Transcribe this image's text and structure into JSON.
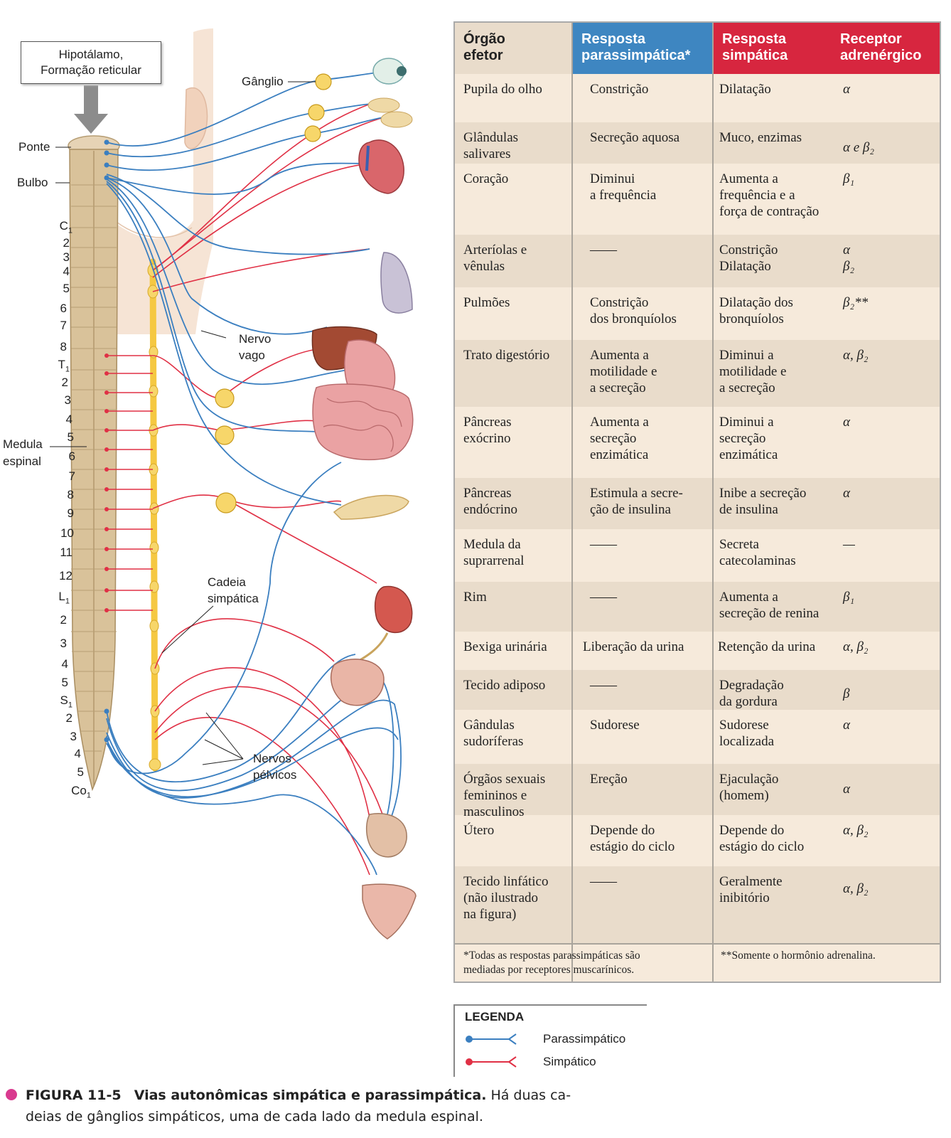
{
  "diagram": {
    "box_line1": "Hipotálamo,",
    "box_line2": "Formação reticular",
    "label_ponte": "Ponte",
    "label_bulbo": "Bulbo",
    "label_ganglio": "Gânglio",
    "label_nervo_vago_1": "Nervo",
    "label_nervo_vago_2": "vago",
    "label_medula_1": "Medula",
    "label_medula_2": "espinal",
    "label_cadeia_1": "Cadeia",
    "label_cadeia_2": "simpática",
    "label_pelvicos_1": "Nervos",
    "label_pelvicos_2": "pélvicos",
    "segments": [
      "C",
      "2",
      "3",
      "4",
      "5",
      "6",
      "7",
      "8",
      "T",
      "2",
      "3",
      "4",
      "5",
      "6",
      "7",
      "8",
      "9",
      "10",
      "11",
      "12",
      "L",
      "2",
      "3",
      "4",
      "5",
      "S",
      "2",
      "3",
      "4",
      "5",
      "Co"
    ],
    "subscript_1": "1",
    "colors": {
      "parasympathetic": "#3b7fc0",
      "sympathetic": "#e03045",
      "spine": "#d9c29a",
      "chain": "#f5c842"
    }
  },
  "table": {
    "headers": {
      "orgao_1": "Órgão",
      "orgao_2": "efetor",
      "para_1": "Resposta",
      "para_2": "parassimpática*",
      "simp_1": "Resposta",
      "simp_2": "simpática",
      "rec_1": "Receptor",
      "rec_2": "adrenérgico"
    },
    "header_colors": {
      "para": "#3e86c1",
      "simp": "#d7263f"
    },
    "rows": [
      {
        "organ": "Pupila do olho",
        "para": "Constrição",
        "simp": "Dilatação",
        "rec": "α"
      },
      {
        "organ": "Glândulas\nsalivares",
        "para": "Secreção aquosa",
        "simp": "Muco, enzimas",
        "rec": "α e β₂"
      },
      {
        "organ": "Coração",
        "para": "Diminui\na frequência",
        "simp": "Aumenta a\n  frequência e a\n  força de contração",
        "rec": "β₁"
      },
      {
        "organ": "Arteríolas e\n vênulas",
        "para": "——",
        "simp": "Constrição\nDilatação",
        "rec": "α\nβ₂"
      },
      {
        "organ": "Pulmões",
        "para": "Constrição\ndos bronquíolos",
        "simp": "Dilatação dos\n  bronquíolos",
        "rec": "β₂**"
      },
      {
        "organ": "Trato digestório",
        "para": "Aumenta a\nmotilidade e\na secreção",
        "simp": "Diminui a\n  motilidade e\n  a secreção",
        "rec": "α, β₂"
      },
      {
        "organ": "Pâncreas\nexócrino",
        "para": "Aumenta a\nsecreção\nenzimática",
        "simp": "Diminui a\n  secreção\n  enzimática",
        "rec": "α"
      },
      {
        "organ": "Pâncreas\nendócrino",
        "para": "Estimula a secre-\nção de insulina",
        "simp": "Inibe a secreção\n  de insulina",
        "rec": "α"
      },
      {
        "organ": "Medula da\nsuprarrenal",
        "para": "——",
        "simp": "Secreta\n  catecolaminas",
        "rec": "—"
      },
      {
        "organ": "Rim",
        "para": "——",
        "simp": "Aumenta a\n  secreção de renina",
        "rec": "β₁"
      },
      {
        "organ": "Bexiga urinária",
        "para": "Liberação da urina",
        "simp": "Retenção da urina",
        "rec": "α, β₂"
      },
      {
        "organ": "Tecido adiposo",
        "para": "——",
        "simp": "Degradação\n  da gordura",
        "rec": "β"
      },
      {
        "organ": "Gândulas\nsudoríferas",
        "para": "Sudorese",
        "simp": "Sudorese\n  localizada",
        "rec": "α"
      },
      {
        "organ": " Órgãos sexuais\n femininos e\n masculinos",
        "para": "Ereção",
        "simp": "Ejaculação\n  (homem)",
        "rec": "α"
      },
      {
        "organ": "Útero",
        "para": "Depende do\nestágio do ciclo",
        "simp": "Depende do\n  estágio do ciclo",
        "rec": "α, β₂"
      },
      {
        "organ": "Tecido linfático\n(não ilustrado\nna figura)",
        "para": "——",
        "simp": "Geralmente\n  inibitório",
        "rec": "α, β₂"
      }
    ],
    "footnote_para": "*Todas as respostas parassimpáticas são\n  mediadas por receptores muscarínicos.",
    "footnote_simp": "**Somente o hormônio adrenalina."
  },
  "legend": {
    "title": "LEGENDA",
    "parasympathetic": "Parassimpático",
    "sympathetic": "Simpático"
  },
  "caption": {
    "figure_label": "FIGURA 11-5",
    "title": "Vias autonômicas simpática e parassimpática.",
    "text_1": " Há duas ca-",
    "text_2": "deias de gânglios simpáticos, uma de cada lado da medula espinal."
  }
}
